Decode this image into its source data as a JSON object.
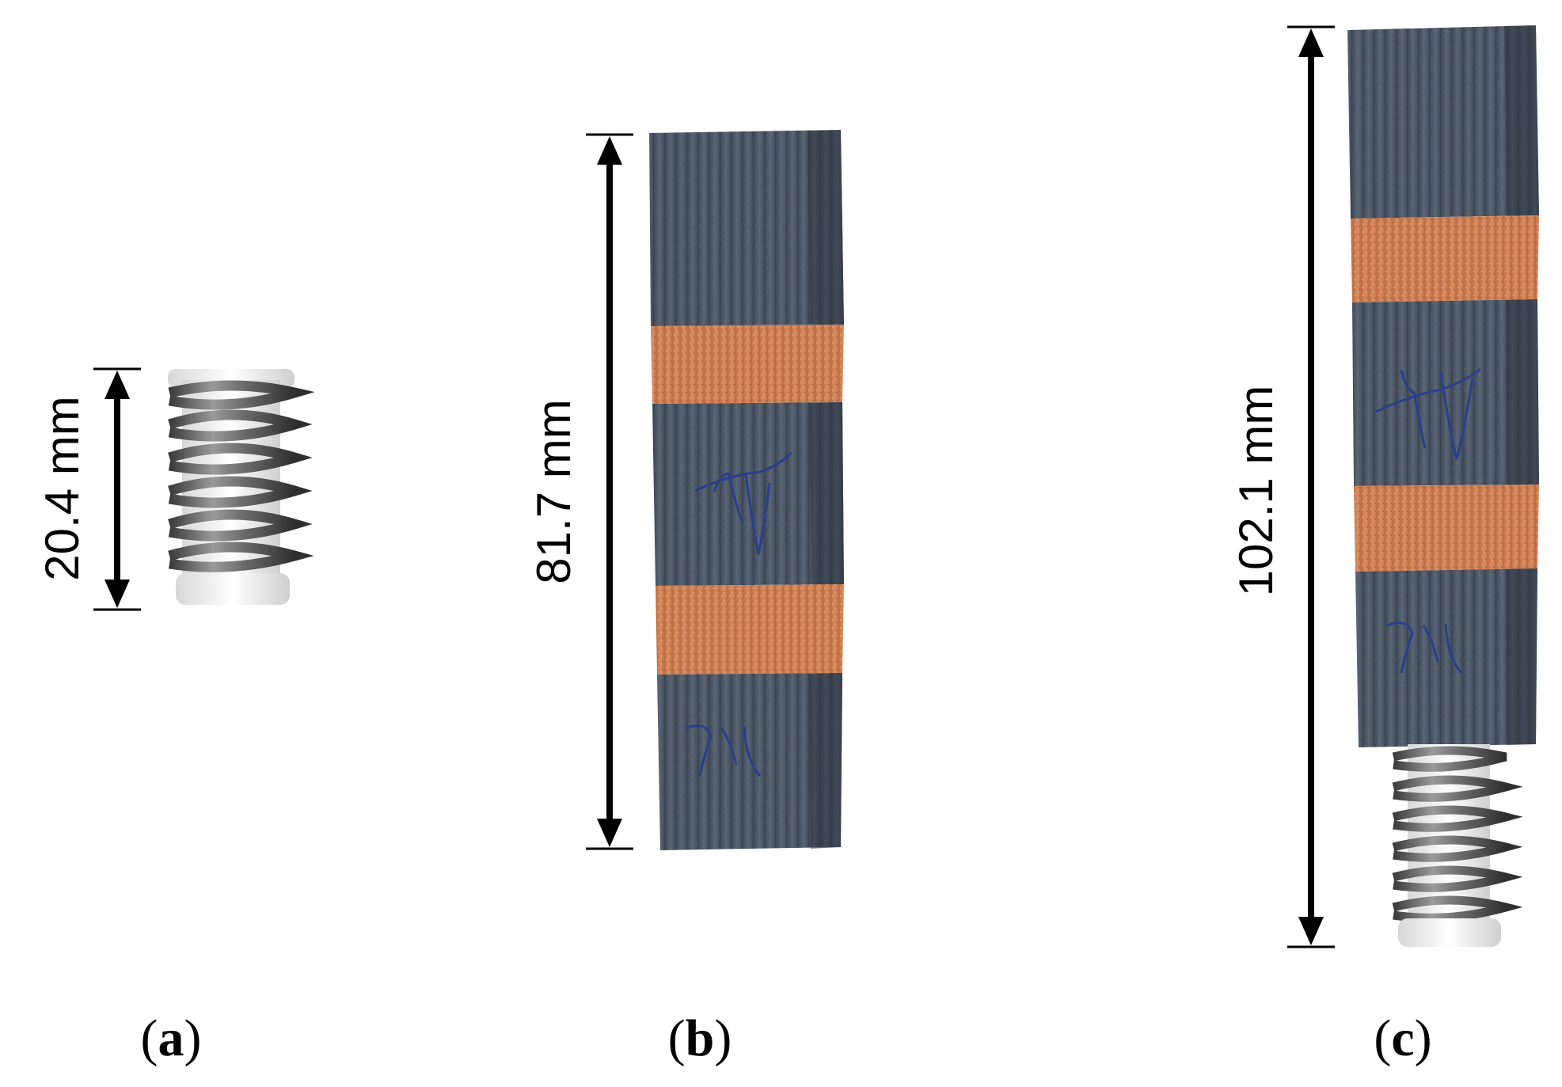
{
  "colors": {
    "steel_block": "#4d5866",
    "steel_block_dark": "#3a4350",
    "copper_foam": "#c9794a",
    "copper_foam_light": "#d9926a",
    "spring_coil": "#5a5a5a",
    "white_core": "#f2f2f2",
    "ink_marking": "#2a3f8c"
  },
  "panels": [
    {
      "id": "a",
      "label_open": "(",
      "label_letter": "a",
      "label_close": ")",
      "dimension": "20.4 mm",
      "subject": "spring"
    },
    {
      "id": "b",
      "label_open": "(",
      "label_letter": "b",
      "label_close": ")",
      "dimension": "81.7 mm",
      "subject": "stacked steel and copper-foam blocks"
    },
    {
      "id": "c",
      "label_open": "(",
      "label_letter": "c",
      "label_close": ")",
      "dimension": "102.1 mm",
      "subject": "stacked blocks with spring"
    }
  ]
}
